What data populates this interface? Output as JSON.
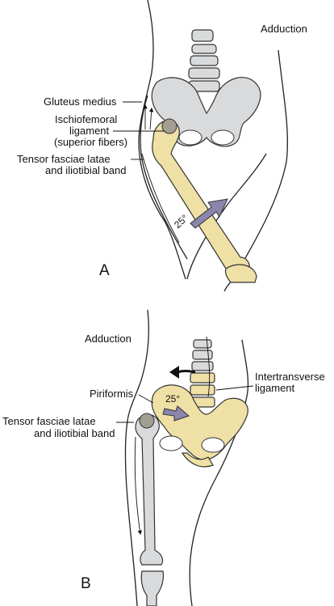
{
  "panel_a": {
    "title": "Adduction",
    "panel_letter": "A",
    "angle_label": "25°",
    "labels": {
      "gluteus_medius": "Gluteus medius",
      "ischiofemoral_line1": "Ischiofemoral",
      "ischiofemoral_line2": "ligament",
      "ischiofemoral_line3": "(superior fibers)",
      "tensor_line1": "Tensor fasciae latae",
      "tensor_line2": "and iliotibial band"
    }
  },
  "panel_b": {
    "title": "Adduction",
    "panel_letter": "B",
    "angle_label": "25°",
    "labels": {
      "piriformis": "Piriformis",
      "intertransverse_line1": "Intertransverse",
      "intertransverse_line2": "ligament",
      "tensor_line1": "Tensor fasciae latae",
      "tensor_line2": "and iliotibial band"
    }
  },
  "colors": {
    "bone_highlight": "#efe0a6",
    "bone_neutral": "#d9dadc",
    "ligament": "#8f8a80",
    "arrow_purple": "#8a86ad"
  }
}
